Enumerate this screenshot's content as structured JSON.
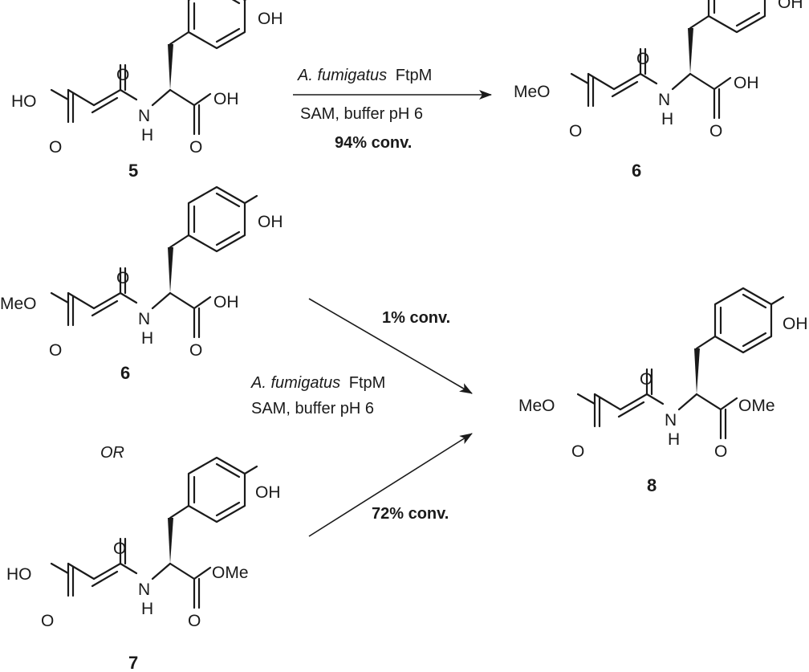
{
  "labels": {
    "oh": "OH",
    "ho": "HO",
    "o": "O",
    "n": "N",
    "h": "H",
    "meo": "MeO",
    "ome": "OMe"
  },
  "reaction1": {
    "enzyme_species": "A. fumigatus",
    "enzyme_name": "FtpM",
    "conditions": "SAM, buffer pH 6",
    "conversion": "94% conv."
  },
  "reaction2": {
    "enzyme_species": "A. fumigatus",
    "enzyme_name": "FtpM",
    "conditions": "SAM, buffer pH 6",
    "conversion_from_6": "1% conv.",
    "conversion_from_7": "72% conv.",
    "or_label": "OR"
  },
  "compounds": {
    "c5": "5",
    "c6_top": "6",
    "c6_left": "6",
    "c7": "7",
    "c8": "8"
  }
}
